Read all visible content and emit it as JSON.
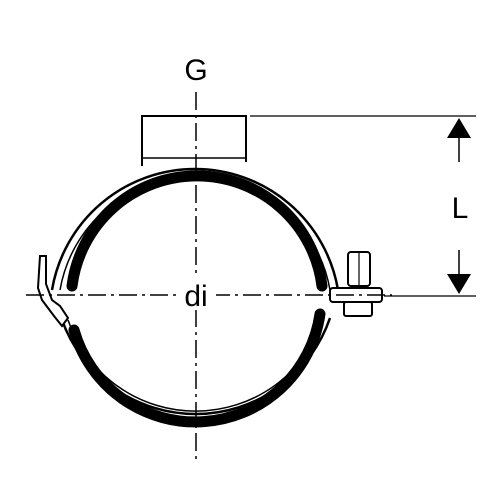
{
  "diagram": {
    "labels": {
      "thread": "G",
      "inner_diameter": "di",
      "height": "L"
    },
    "colors": {
      "line": "#000000",
      "background": "#ffffff"
    }
  }
}
